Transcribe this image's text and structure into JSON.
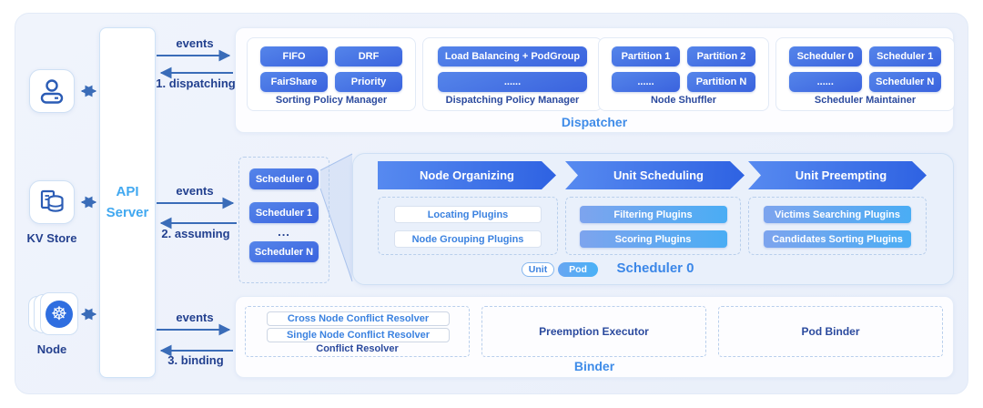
{
  "colors": {
    "accent_blue": "#3f8ce8",
    "navy_text": "#25418f",
    "pill_gradient": [
      "#5585ea",
      "#3a63de"
    ],
    "plugin_gradient": [
      "#7da4ee",
      "#4aadf4"
    ],
    "api_server_text": "#41a8f0",
    "arrow": "#3a6cb8",
    "frame_bg": "#edf2fa"
  },
  "left": {
    "api_server_line1": "API",
    "api_server_line2": "Server",
    "kv_store_label": "KV Store",
    "node_label": "Node"
  },
  "flows": {
    "events1": "events",
    "step1": "1. dispatching",
    "events2": "events",
    "step2": "2. assuming",
    "events3": "events",
    "step3": "3. binding"
  },
  "dispatcher": {
    "title": "Dispatcher",
    "groups": [
      {
        "label": "Sorting Policy Manager",
        "pills": [
          "FIFO",
          "DRF",
          "FairShare",
          "Priority"
        ]
      },
      {
        "label": "Dispatching Policy Manager",
        "pills": [
          "Load Balancing + PodGroup",
          "......"
        ]
      },
      {
        "label": "Node Shuffler",
        "pills": [
          "Partition 1",
          "Partition 2",
          "......",
          "Partition N"
        ]
      },
      {
        "label": "Scheduler Maintainer",
        "pills": [
          "Scheduler 0",
          "Scheduler 1",
          "......",
          "Scheduler N"
        ]
      }
    ]
  },
  "scheduler": {
    "title": "Scheduler 0",
    "list": [
      "Scheduler 0",
      "Scheduler 1",
      "...",
      "Scheduler N"
    ],
    "stages": [
      {
        "header": "Node Organizing",
        "plugins": [
          "Locating Plugins",
          "Node Grouping Plugins"
        ]
      },
      {
        "header": "Unit Scheduling",
        "plugins": [
          "Filtering Plugins",
          "Scoring Plugins"
        ]
      },
      {
        "header": "Unit Preempting",
        "plugins": [
          "Victims Searching  Plugins",
          "Candidates Sorting Plugins"
        ]
      }
    ],
    "legend": {
      "unit": "Unit",
      "pod": "Pod"
    }
  },
  "binder": {
    "title": "Binder",
    "conflict_resolver": {
      "label": "Conflict Resolver",
      "items": [
        "Cross Node Conflict Resolver",
        "Single Node Conflict Resolver"
      ]
    },
    "preemption_executor": "Preemption Executor",
    "pod_binder": "Pod Binder"
  }
}
